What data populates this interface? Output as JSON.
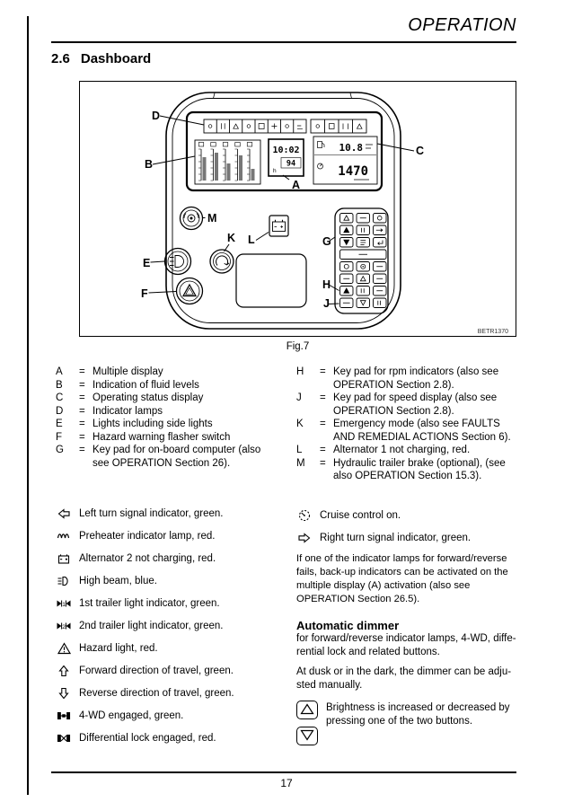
{
  "header": {
    "title": "OPERATION"
  },
  "section": {
    "number": "2.6",
    "title": "Dashboard"
  },
  "figure": {
    "caption": "Fig.7",
    "ref": "BETR1370",
    "labels": {
      "A": "A",
      "B": "B",
      "C": "C",
      "D": "D",
      "E": "E",
      "F": "F",
      "G": "G",
      "H": "H",
      "J": "J",
      "K": "K",
      "L": "L",
      "M": "M"
    },
    "displays": {
      "clock": "10:02",
      "hours": "94",
      "hours_unit": "h",
      "fuel": "10.8",
      "rpm": "1470"
    }
  },
  "legend": {
    "left": [
      {
        "key": "A",
        "eq": "=",
        "desc": "Multiple display"
      },
      {
        "key": "B",
        "eq": "=",
        "desc": "Indication of fluid levels"
      },
      {
        "key": "C",
        "eq": "=",
        "desc": "Operating status display"
      },
      {
        "key": "D",
        "eq": "=",
        "desc": "Indicator lamps"
      },
      {
        "key": "E",
        "eq": "=",
        "desc": "Lights including side lights"
      },
      {
        "key": "F",
        "eq": "=",
        "desc": "Hazard warning flasher switch"
      },
      {
        "key": "G",
        "eq": "=",
        "desc": "Key pad for on-board computer (also\nsee OPERATION Section 26)."
      }
    ],
    "right": [
      {
        "key": "H",
        "eq": "=",
        "desc": "Key pad for rpm indicators (also see\nOPERATION Section 2.8)."
      },
      {
        "key": "J",
        "eq": "=",
        "desc": "Key pad for speed display (also see\nOPERATION Section 2.8)."
      },
      {
        "key": "K",
        "eq": "=",
        "desc": "Emergency mode (also see FAULTS\nAND REMEDIAL ACTIONS Section 6)."
      },
      {
        "key": "L",
        "eq": "=",
        "desc": "Alternator 1 not charging, red."
      },
      {
        "key": "M",
        "eq": "=",
        "desc": "Hydraulic trailer brake (optional), (see\nalso OPERATION Section 15.3)."
      }
    ]
  },
  "indicators": {
    "left": [
      {
        "icon": "left-turn-icon",
        "label": "Left turn signal indicator, green."
      },
      {
        "icon": "preheater-icon",
        "label": "Preheater indicator lamp, red."
      },
      {
        "icon": "battery-icon",
        "label": "Alternator 2 not charging, red."
      },
      {
        "icon": "high-beam-icon",
        "label": "High beam, blue."
      },
      {
        "icon": "trailer-1-icon",
        "label": "1st trailer light indicator, green."
      },
      {
        "icon": "trailer-2-icon",
        "label": "2nd trailer light indicator, green."
      },
      {
        "icon": "hazard-icon",
        "label": "Hazard light, red."
      },
      {
        "icon": "forward-icon",
        "label": "Forward direction of travel, green."
      },
      {
        "icon": "reverse-icon",
        "label": "Reverse direction of travel, green."
      },
      {
        "icon": "four-wd-icon",
        "label": "4-WD engaged, green."
      },
      {
        "icon": "diff-lock-icon",
        "label": "Differential lock engaged, red."
      }
    ],
    "right": [
      {
        "icon": "cruise-control-icon",
        "label": "Cruise control on."
      },
      {
        "icon": "right-turn-icon",
        "label": "Right turn signal indicator, green."
      }
    ]
  },
  "note": {
    "text": "If one of the indicator lamps for forward/reverse\nfails, back-up indicators can be activated on the\nmultiple display (A) activation (also see\nOPERATION Section 26.5)."
  },
  "dimmer": {
    "title": "Automatic dimmer",
    "subtitle": "for forward/reverse indicator lamps, 4-WD, diffe-\nrential lock and related buttons.",
    "body": "At dusk or in the dark, the dimmer can be adju-\nsted manually.",
    "brightness": "Brightness is increased or decreased by\npressing one of the two buttons."
  },
  "footer": {
    "page_number": "17"
  }
}
